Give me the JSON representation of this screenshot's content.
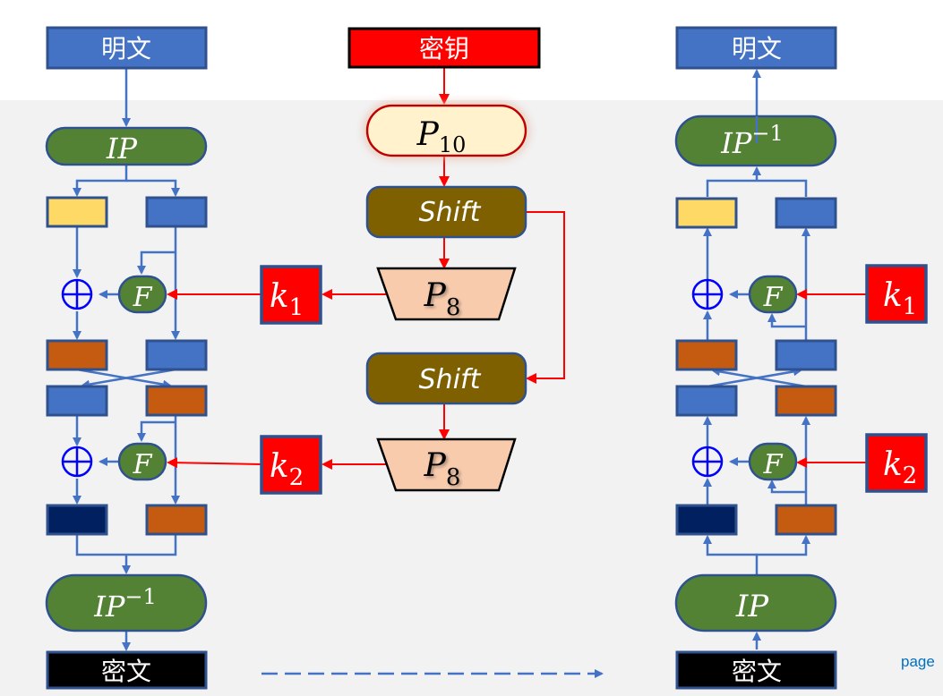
{
  "colors": {
    "blue_box": "#4472c4",
    "box_border": "#2f528f",
    "yellow_box": "#ffd966",
    "orange_box": "#c55a11",
    "navy_box": "#002060",
    "green_pill": "#548235",
    "shift_box": "#7f6000",
    "key_red": "#ff0000",
    "p_box_fill": "#f8cbad",
    "p10_fill": "#fff2cc",
    "blue_line": "#4472c4",
    "red_line": "#ff0000",
    "xor_color": "#0000ff",
    "background": "#f2f2f2"
  },
  "encrypt": {
    "plaintext_label": "明文",
    "ip_label": "IP",
    "f1_label": "F",
    "f2_label": "F",
    "ip_inv_label": "IP",
    "ip_inv_sup": "−1",
    "ciphertext_label": "密文"
  },
  "keygen": {
    "key_label": "密钥",
    "p10_label": "P",
    "p10_sub": "10",
    "shift1_label": "Shift",
    "p8a_label": "P",
    "p8a_sub": "8",
    "shift2_label": "Shift",
    "p8b_label": "P",
    "p8b_sub": "8",
    "k1_label": "k",
    "k1_sub": "1",
    "k2_label": "k",
    "k2_sub": "2"
  },
  "decrypt": {
    "plaintext_label": "明文",
    "ip_inv_label": "IP",
    "ip_inv_sup": "−1",
    "f1_label": "F",
    "f2_label": "F",
    "k1_label": "k",
    "k1_sub": "1",
    "k2_label": "k",
    "k2_sub": "2",
    "ip_label": "IP",
    "ciphertext_label": "密文"
  },
  "footer": {
    "page_label": "page"
  }
}
